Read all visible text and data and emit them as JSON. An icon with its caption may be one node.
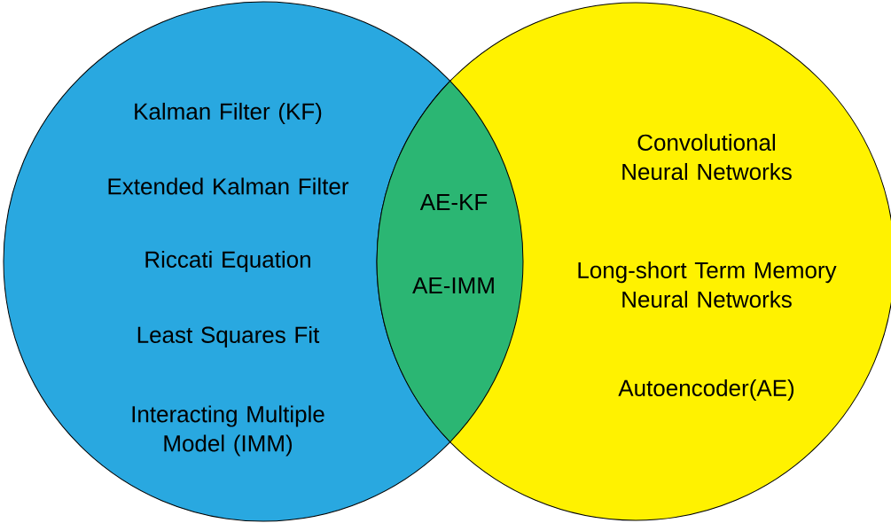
{
  "diagram": {
    "nodes": [
      {
        "text": [
          "Kalman Filter (KF)",
          "Extended Kalman Filter",
          "Riccati Equation",
          "Least Squares Fit",
          "Interacting Multiple Model (IMM)"
        ]
      },
      {
        "text": [
          "AE-KF",
          "AE-IMM"
        ]
      },
      {
        "text": [
          "Convolutional Neural Networks",
          "Long-short Term Memory Neural Networks",
          "Autoencoder(AE)"
        ]
      }
    ]
  }
}
